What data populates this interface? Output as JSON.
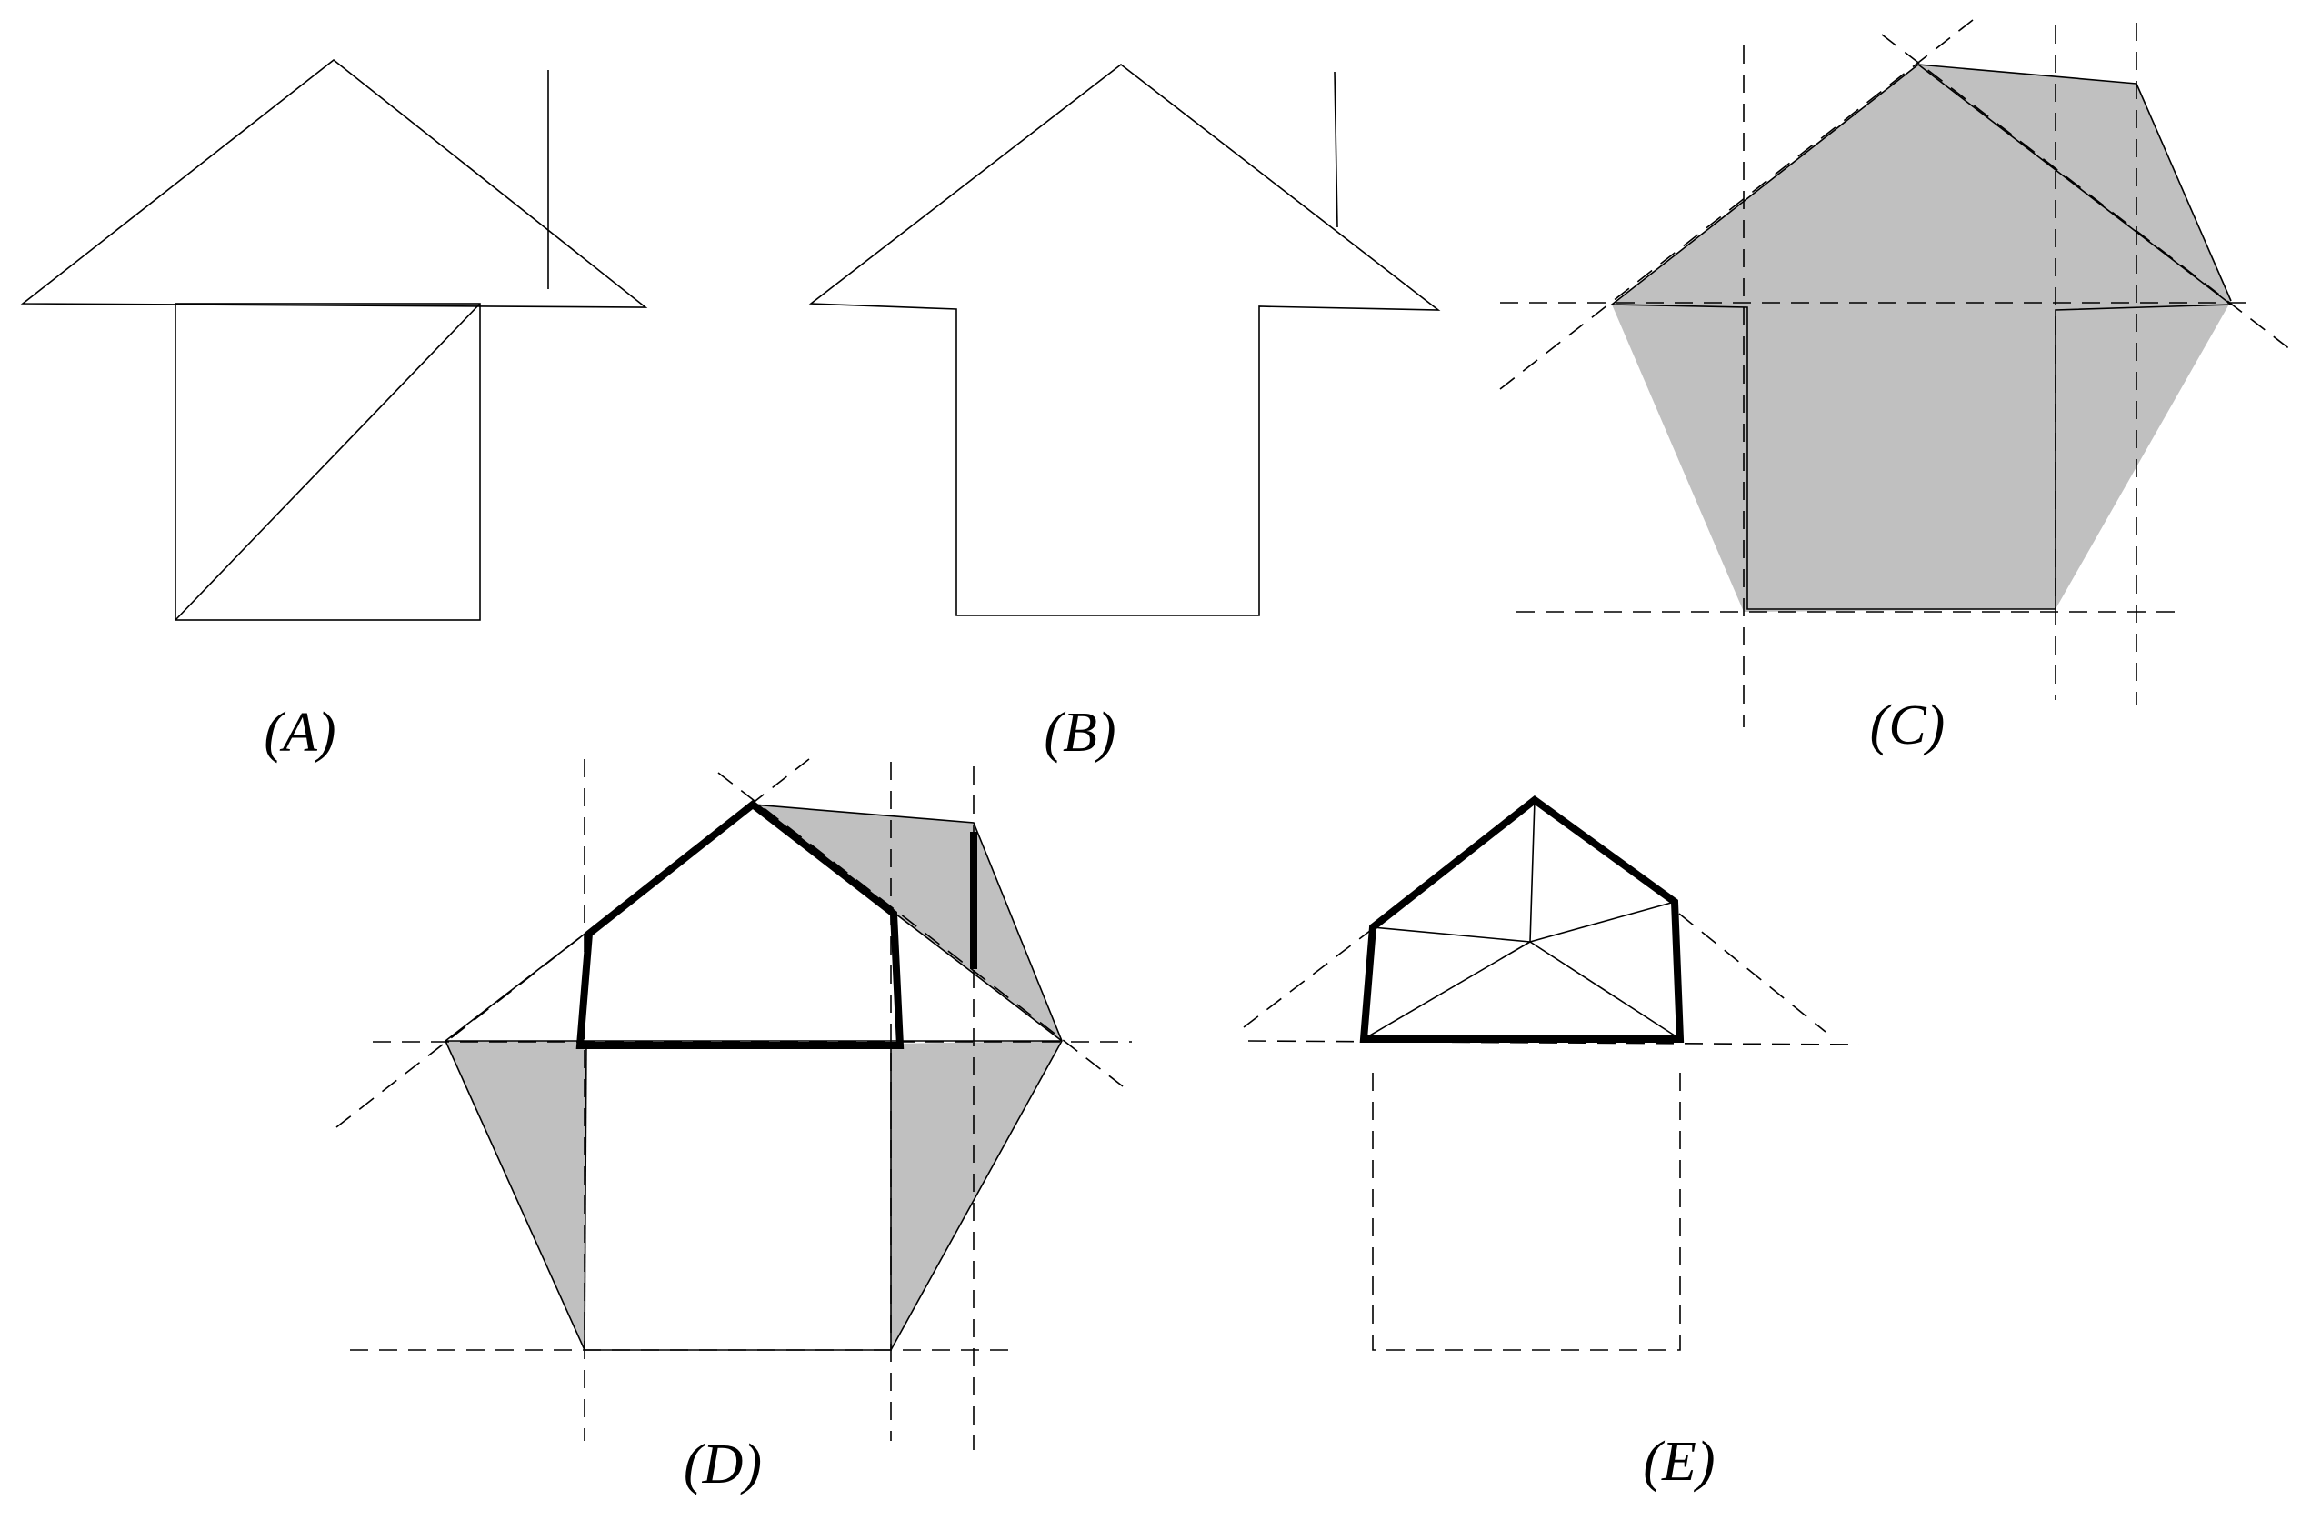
{
  "figure": {
    "panels": [
      {
        "id": "A",
        "label": "(A)"
      },
      {
        "id": "B",
        "label": "(B)"
      },
      {
        "id": "C",
        "label": "(C)"
      },
      {
        "id": "D",
        "label": "(D)"
      },
      {
        "id": "E",
        "label": "(E)"
      }
    ],
    "colors": {
      "stroke": "#000000",
      "shade": "#c0c0c0",
      "background": "#ffffff"
    }
  }
}
